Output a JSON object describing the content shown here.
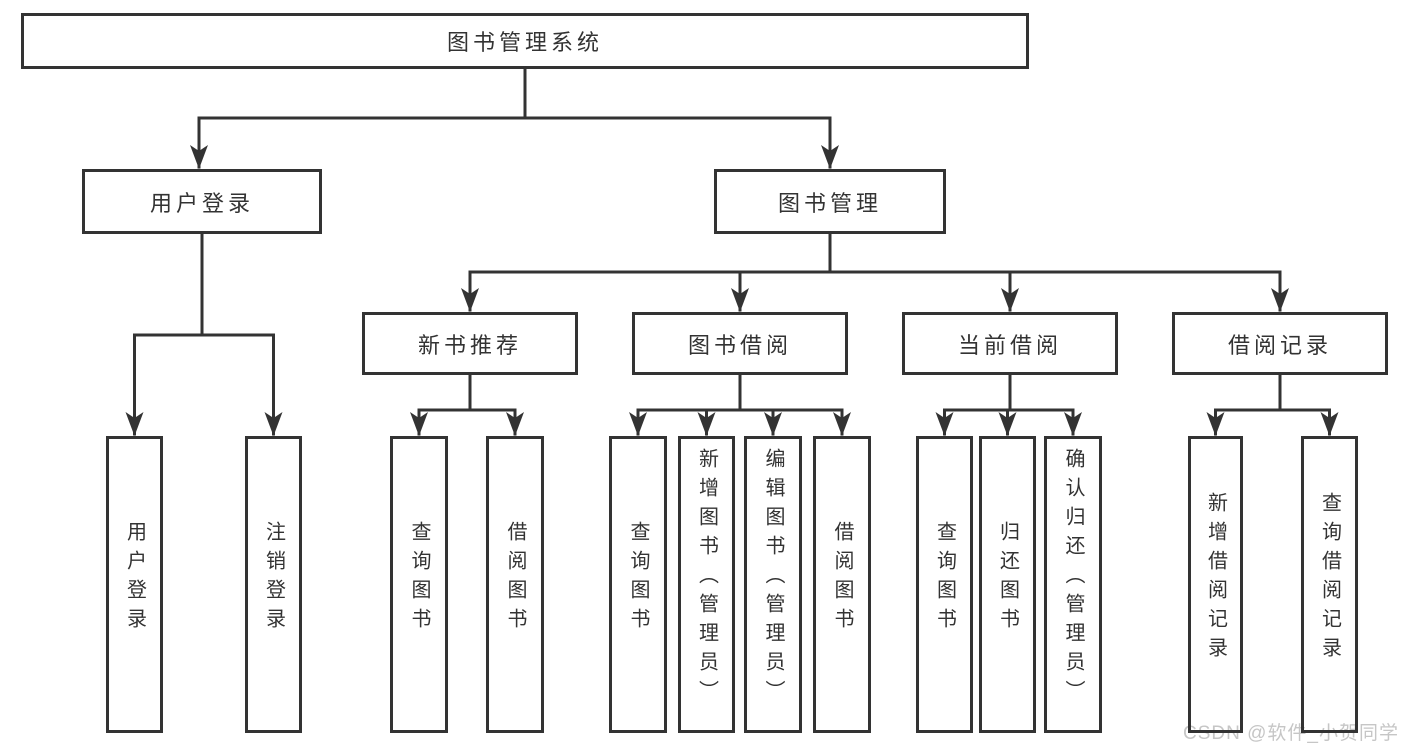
{
  "colors": {
    "line": "#333333",
    "text": "#333333",
    "box_fill": "#ffffff",
    "background": "#ffffff",
    "watermark": "#c6c6c6"
  },
  "watermark": {
    "text": "CSDN @软件_小贺同学"
  },
  "tree": {
    "root": {
      "label": "图书管理系统"
    },
    "branches": [
      {
        "label": "用户登录",
        "children": [
          {
            "label": "用户登录"
          },
          {
            "label": "注销登录"
          }
        ]
      },
      {
        "label": "图书管理",
        "sections": [
          {
            "label": "新书推荐",
            "children": [
              {
                "label": "查询图书"
              },
              {
                "label": "借阅图书"
              }
            ]
          },
          {
            "label": "图书借阅",
            "children": [
              {
                "label": "查询图书"
              },
              {
                "label": "新增图书（管理员）"
              },
              {
                "label": "编辑图书（管理员）"
              },
              {
                "label": "借阅图书"
              }
            ]
          },
          {
            "label": "当前借阅",
            "children": [
              {
                "label": "查询图书"
              },
              {
                "label": "归还图书"
              },
              {
                "label": "确认归还（管理员）"
              }
            ]
          },
          {
            "label": "借阅记录",
            "children": [
              {
                "label": "新增借阅记录"
              },
              {
                "label": "查询借阅记录"
              }
            ]
          }
        ]
      }
    ]
  }
}
